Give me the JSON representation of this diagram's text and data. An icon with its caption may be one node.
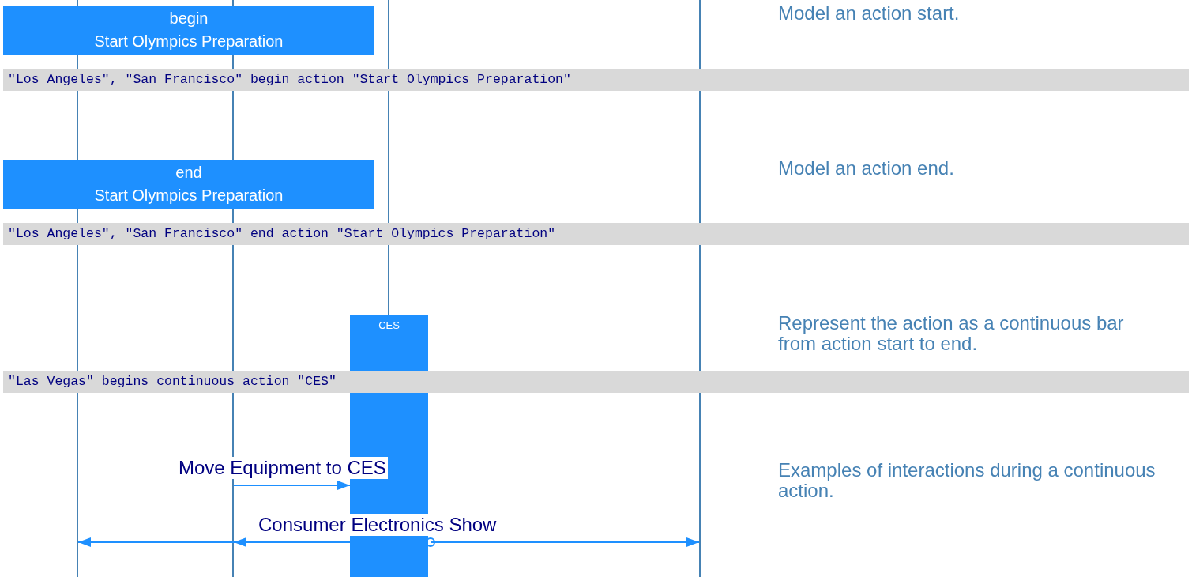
{
  "diagram": {
    "nodes": [
      {
        "text": [
          "begin",
          "Start Olympics Preparation"
        ]
      },
      {
        "text": [
          "end",
          "Start Olympics Preparation"
        ]
      },
      {
        "text": [
          "CES"
        ]
      },
      {
        "text": [],
        "shape": "line"
      },
      {
        "text": [],
        "shape": "line"
      },
      {
        "text": [],
        "shape": "line"
      },
      {
        "text": [],
        "shape": "line"
      }
    ],
    "edges": [
      {
        "from": 4,
        "to": 2,
        "arrow": "to",
        "label": "Move Equipment to CES"
      },
      {
        "from": 2,
        "to": 3,
        "arrow": "to",
        "label": "Consumer Electronics Show"
      },
      {
        "from": 2,
        "to": 4,
        "arrow": "to"
      },
      {
        "from": 2,
        "to": 6,
        "arrow": "to"
      }
    ],
    "labels": [
      "Model an action start.",
      "\"Los Angeles\", \"San Francisco\" begin action \"Start Olympics Preparation\"",
      "Model an action end.",
      "\"Los Angeles\", \"San Francisco\" end action \"Start Olympics Preparation\"",
      "Represent the action as a continuous bar from action start to end.",
      "\"Las Vegas\" begins continuous action \"CES\"",
      "Examples of interactions during a continuous action."
    ]
  }
}
